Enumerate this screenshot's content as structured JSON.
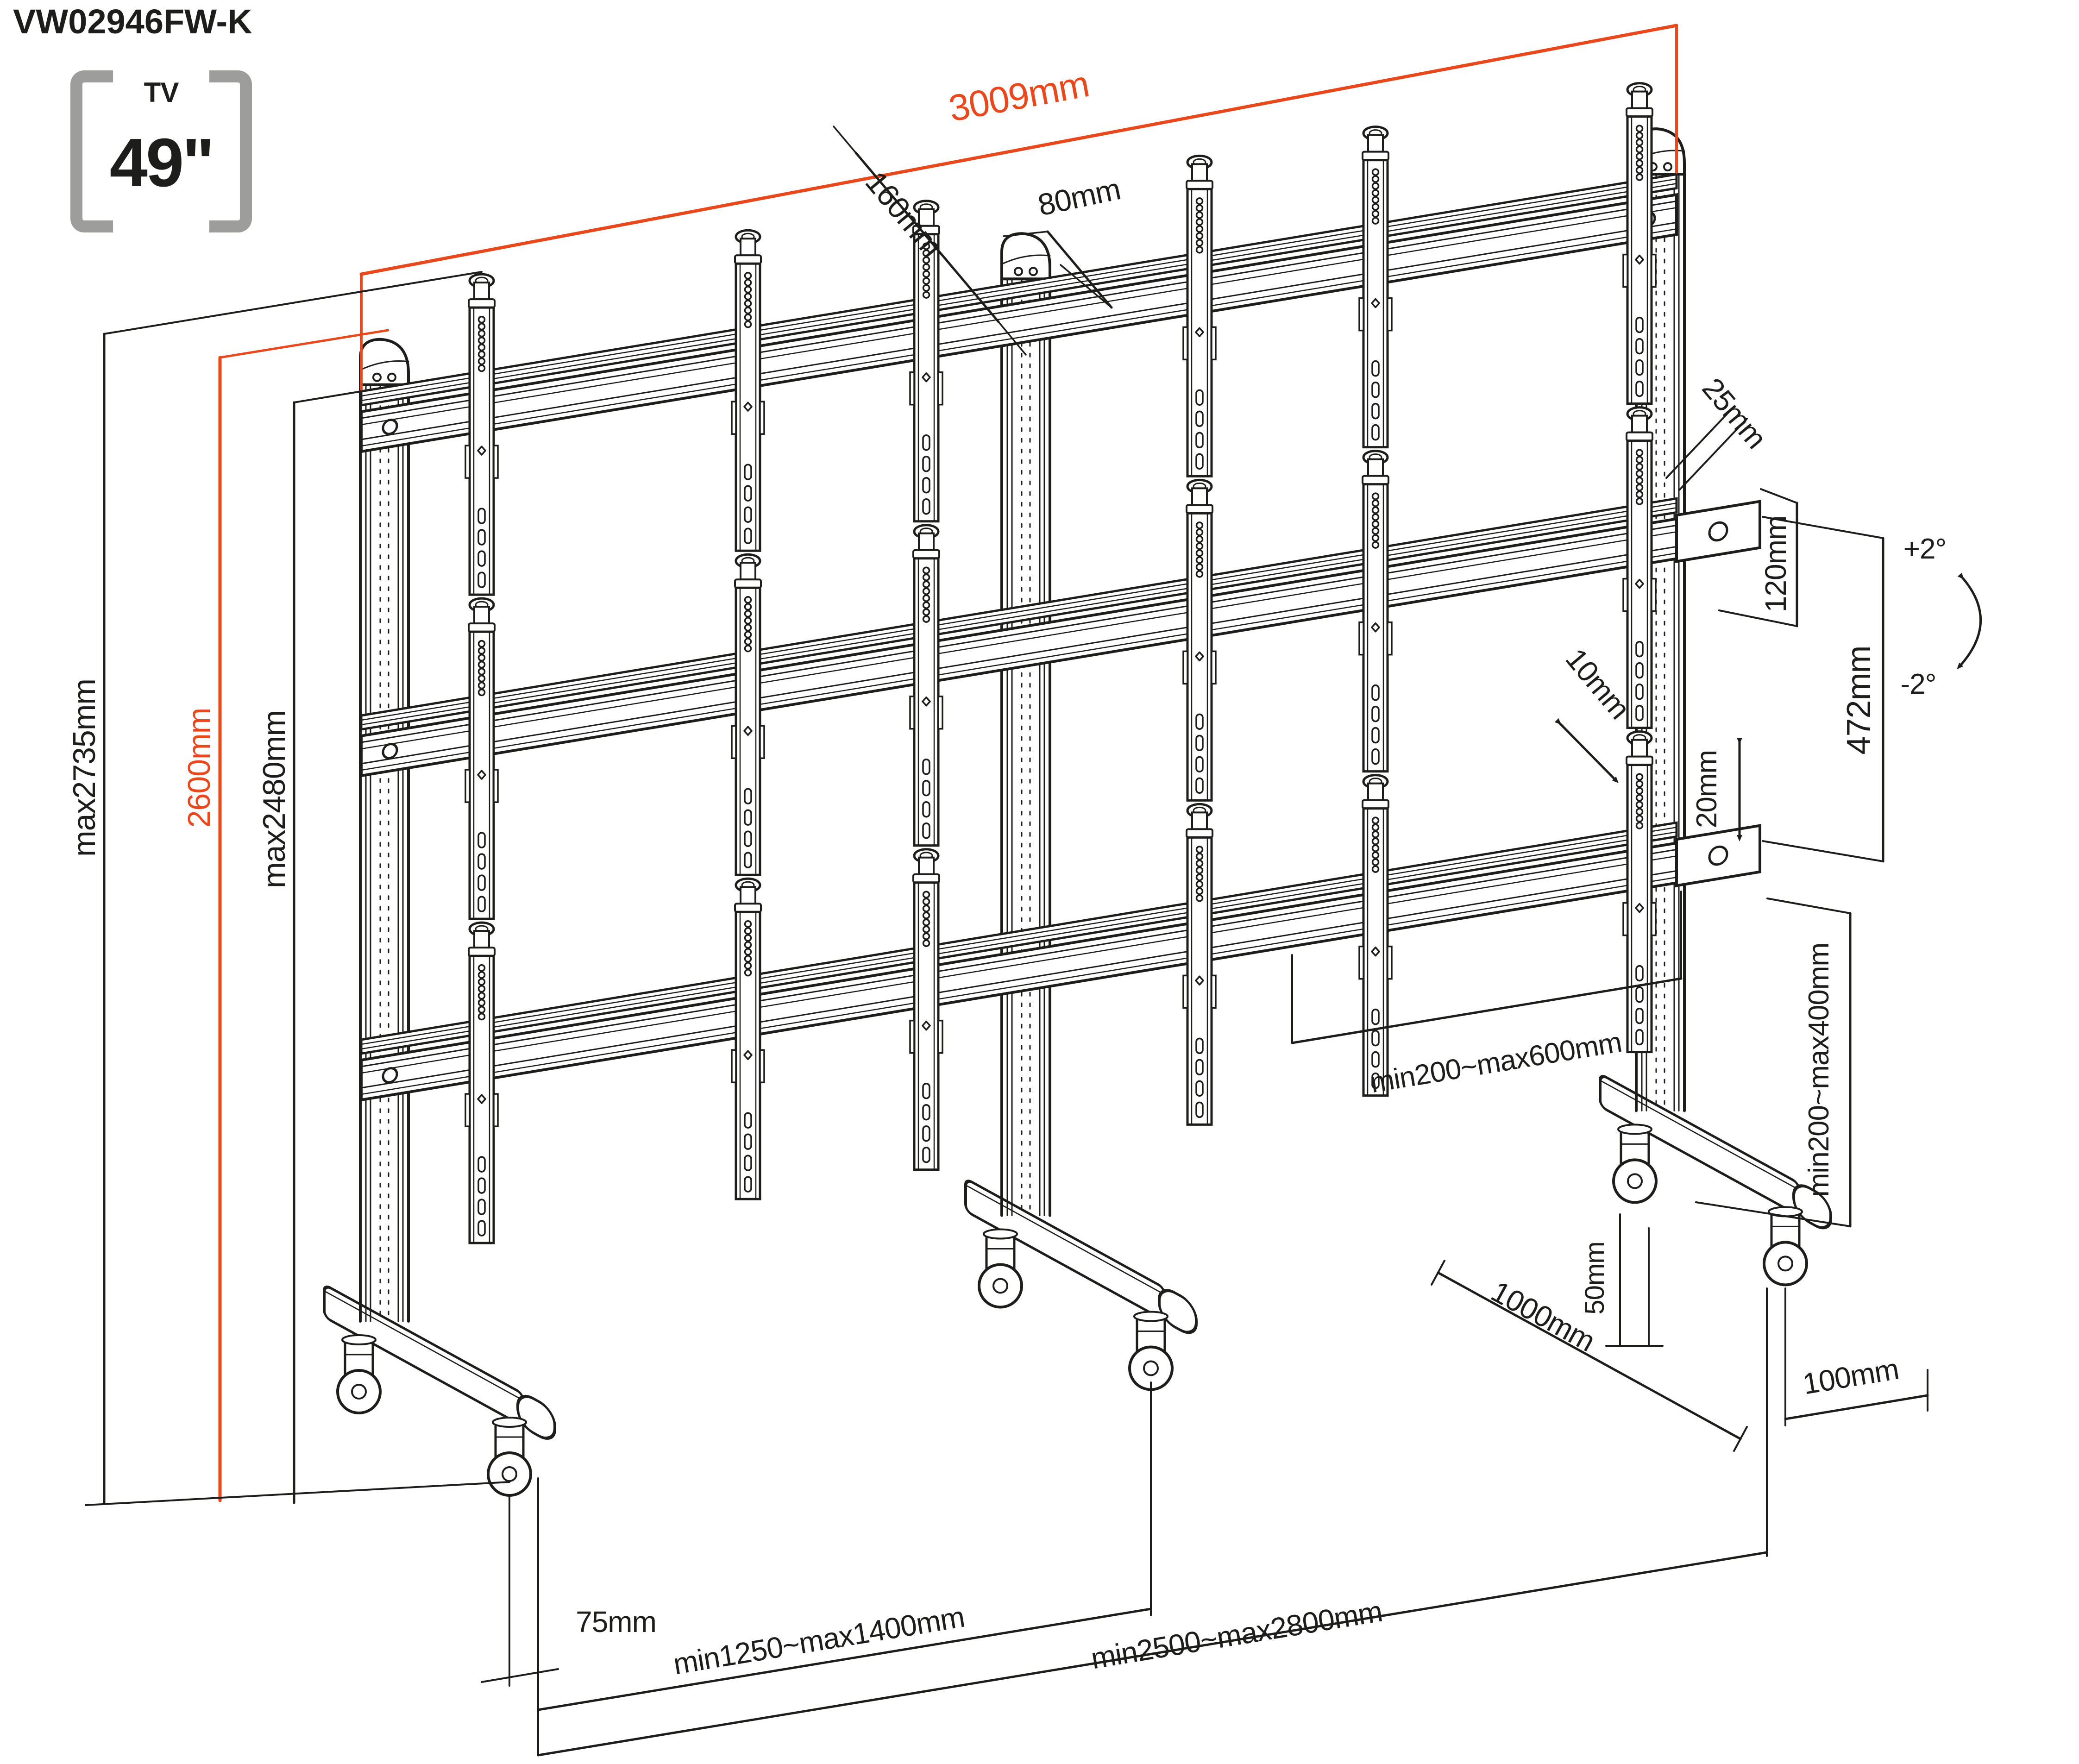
{
  "title": {
    "model": "VW02946FW-K"
  },
  "badge": {
    "label": "TV",
    "size": "49\""
  },
  "colors": {
    "ink": "#1d1d1b",
    "accent": "#e8481c",
    "badge_bracket": "#9d9d9c"
  },
  "dims": {
    "total_width": "3009mm",
    "column_depth": "160mm",
    "column_width": "80mm",
    "rail_lip": "25mm",
    "rail_offset": "120mm",
    "bracket_gap": "10mm",
    "fine_height_adjust": "20mm",
    "rail_pitch": "472mm",
    "tilt_up": "+2°",
    "tilt_down": "-2°",
    "height_max": "max2735mm",
    "height_screen": "2600mm",
    "height_frame": "max2480mm",
    "vesa_horizontal": "min200~max600mm",
    "vesa_vertical": "min200~max400mm",
    "foot_length": "1000mm",
    "caster_rear_offset": "50mm",
    "caster_front_offset": "100mm",
    "caster_tip_offset": "75mm",
    "column_spacing": "min1250~max1400mm",
    "base_total_width": "min2500~max2800mm"
  }
}
